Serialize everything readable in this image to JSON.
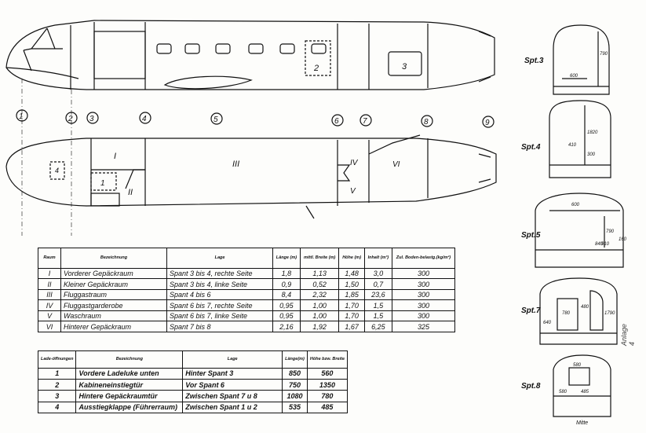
{
  "frames": [
    "1",
    "2",
    "3",
    "4",
    "5",
    "6",
    "7",
    "8",
    "9"
  ],
  "top_windows": [
    "2",
    "3"
  ],
  "rooms": {
    "r1": "I",
    "r1b": "1",
    "r2": "II",
    "r3": "III",
    "r4": "4",
    "r5": "IV",
    "r6": "V",
    "r7": "VI"
  },
  "sections": [
    {
      "label": "Spt.3",
      "dims": [
        "790",
        "600"
      ]
    },
    {
      "label": "Spt.4",
      "dims": [
        "1820",
        "410",
        "300"
      ]
    },
    {
      "label": "Spt.5",
      "dims": [
        "600",
        "790",
        "160",
        "840",
        "910"
      ]
    },
    {
      "label": "Spt.7",
      "dims": [
        "780",
        "480",
        "1790",
        "640"
      ]
    },
    {
      "label": "Spt.8",
      "dims": [
        "580",
        "580",
        "485",
        "Mitte"
      ]
    }
  ],
  "table1": {
    "headers": [
      "Raum",
      "Bezeichnung",
      "Lage",
      "Länge (m)",
      "mittl. Breite (m)",
      "Höhe (m)",
      "Inhalt (m³)",
      "Zul. Boden-belastg.(kg/m²)"
    ],
    "rows": [
      [
        "I",
        "Vorderer Gepäckraum",
        "Spant 3 bis 4, rechte Seite",
        "1,8",
        "1,13",
        "1,48",
        "3,0",
        "300"
      ],
      [
        "II",
        "Kleiner Gepäckraum",
        "Spant 3 bis 4, linke Seite",
        "0,9",
        "0,52",
        "1,50",
        "0,7",
        "300"
      ],
      [
        "III",
        "Fluggastraum",
        "Spant 4 bis 6",
        "8,4",
        "2,32",
        "1,85",
        "23,6",
        "300"
      ],
      [
        "IV",
        "Fluggastgarderobe",
        "Spant 6 bis 7, rechte Seite",
        "0,95",
        "1,00",
        "1,70",
        "1,5",
        "300"
      ],
      [
        "V",
        "Waschraum",
        "Spant 6 bis 7, linke Seite",
        "0,95",
        "1,00",
        "1,70",
        "1,5",
        "300"
      ],
      [
        "VI",
        "Hinterer Gepäckraum",
        "Spant 7 bis 8",
        "2,16",
        "1,92",
        "1,67",
        "6,25",
        "325"
      ]
    ]
  },
  "table2": {
    "headers": [
      "Lade-öffnungen",
      "Bezeichnung",
      "Lage",
      "Länge(m)",
      "Höhe bzw. Breite"
    ],
    "rows": [
      [
        "1",
        "Vordere Ladeluke unten",
        "Hinter Spant 3",
        "850",
        "560"
      ],
      [
        "2",
        "Kabineneinstiegtür",
        "Vor Spant 6",
        "750",
        "1350"
      ],
      [
        "3",
        "Hintere Gepäckraumtür",
        "Zwischen Spant 7 u 8",
        "1080",
        "780"
      ],
      [
        "4",
        "Ausstiegklappe (Führerraum)",
        "Zwischen Spant 1 u 2",
        "535",
        "485"
      ]
    ]
  },
  "signature": "Anlage 4"
}
